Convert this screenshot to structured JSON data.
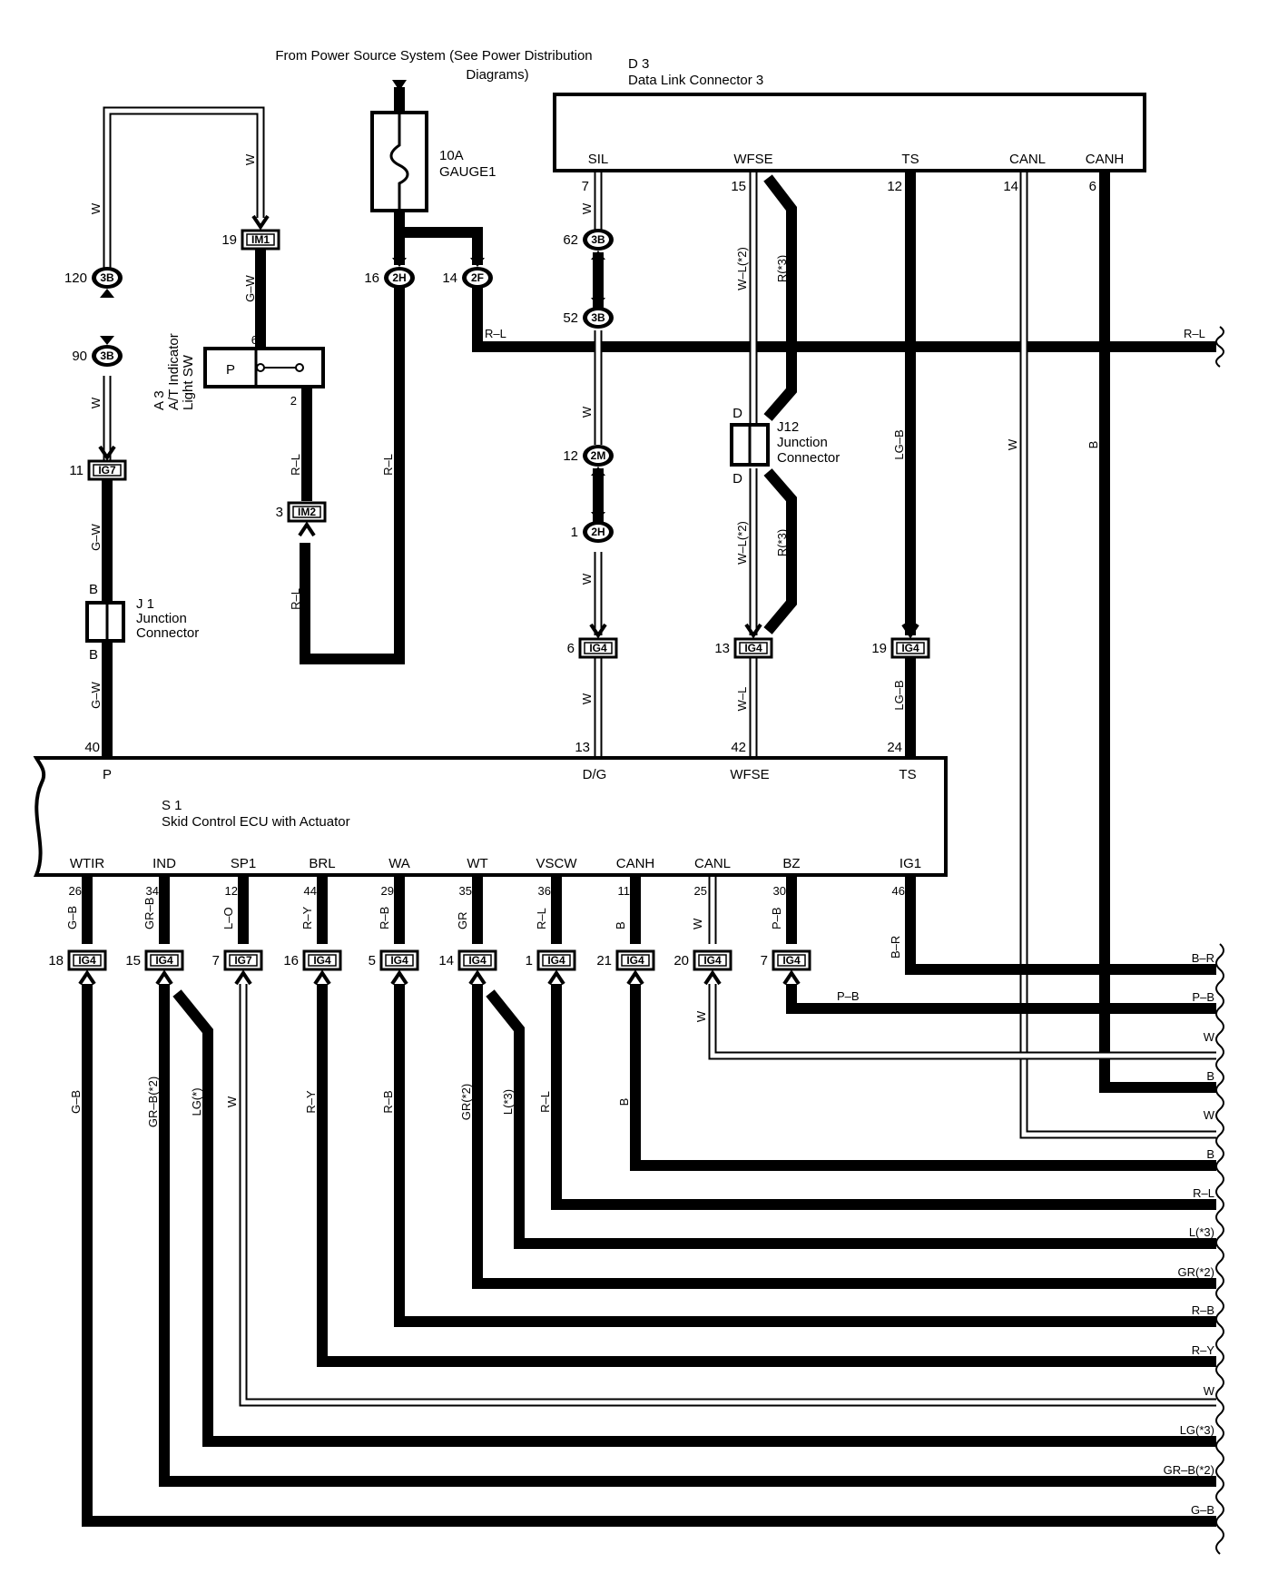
{
  "power_source": {
    "note_line1": "From Power Source System (See Power Distribution",
    "note_line2": "Diagrams)"
  },
  "fuse": {
    "rating": "10A",
    "name": "GAUGE1"
  },
  "dlc": {
    "code": "D 3",
    "name": "Data Link Connector 3",
    "pins": [
      {
        "label": "SIL",
        "number": "7"
      },
      {
        "label": "WFSE",
        "number": "15"
      },
      {
        "label": "TS",
        "number": "12"
      },
      {
        "label": "CANL",
        "number": "14"
      },
      {
        "label": "CANH",
        "number": "6"
      }
    ]
  },
  "at_switch": {
    "code": "A 3",
    "name_line1": "A/T Indicator",
    "name_line2": "Light SW",
    "position": "P",
    "pin_top": "6",
    "pin_bottom": "2"
  },
  "j1": {
    "code": "J 1",
    "name_line1": "Junction",
    "name_line2": "Connector",
    "pin_top": "B",
    "pin_bottom": "B"
  },
  "j12": {
    "code": "J12",
    "name_line1": "Junction",
    "name_line2": "Connector",
    "pin_top": "D",
    "pin_bottom": "D"
  },
  "ecu": {
    "code": "S 1",
    "name": "Skid Control ECU with Actuator",
    "top_pins": [
      {
        "label": "P",
        "number": "40"
      },
      {
        "label": "D/G",
        "number": "13"
      },
      {
        "label": "WFSE",
        "number": "42"
      },
      {
        "label": "TS",
        "number": "24"
      }
    ],
    "bottom_pins": [
      {
        "label": "WTIR",
        "number": "26",
        "wire": "G–B"
      },
      {
        "label": "IND",
        "number": "34",
        "wire": "GR–B"
      },
      {
        "label": "SP1",
        "number": "12",
        "wire": "L–O"
      },
      {
        "label": "BRL",
        "number": "44",
        "wire": "R–Y"
      },
      {
        "label": "WA",
        "number": "29",
        "wire": "R–B"
      },
      {
        "label": "WT",
        "number": "35",
        "wire": "GR"
      },
      {
        "label": "VSCW",
        "number": "36",
        "wire": "R–L"
      },
      {
        "label": "CANH",
        "number": "11",
        "wire": "B"
      },
      {
        "label": "CANL",
        "number": "25",
        "wire": "W"
      },
      {
        "label": "BZ",
        "number": "30",
        "wire": "P–B"
      },
      {
        "label": "IG1",
        "number": "46",
        "wire": "B–R"
      }
    ]
  },
  "connectors": {
    "c_3b_120": {
      "id": "3B",
      "pin": "120"
    },
    "c_3b_90": {
      "id": "3B",
      "pin": "90"
    },
    "c_ig7_11": {
      "id": "IG7",
      "pin": "11"
    },
    "c_im1_19": {
      "id": "IM1",
      "pin": "19"
    },
    "c_im2_3": {
      "id": "IM2",
      "pin": "3"
    },
    "c_2h_16": {
      "id": "2H",
      "pin": "16"
    },
    "c_2f_14": {
      "id": "2F",
      "pin": "14"
    },
    "c_3b_62": {
      "id": "3B",
      "pin": "62"
    },
    "c_3b_52": {
      "id": "3B",
      "pin": "52"
    },
    "c_2m_12": {
      "id": "2M",
      "pin": "12"
    },
    "c_2h_1": {
      "id": "2H",
      "pin": "1"
    },
    "c_ig4_6": {
      "id": "IG4",
      "pin": "6"
    },
    "c_ig4_13": {
      "id": "IG4",
      "pin": "13"
    },
    "c_ig4_19": {
      "id": "IG4",
      "pin": "19"
    },
    "bottom_row": [
      {
        "id": "IG4",
        "pin": "18"
      },
      {
        "id": "IG4",
        "pin": "15"
      },
      {
        "id": "IG7",
        "pin": "7"
      },
      {
        "id": "IG4",
        "pin": "16"
      },
      {
        "id": "IG4",
        "pin": "5"
      },
      {
        "id": "IG4",
        "pin": "14"
      },
      {
        "id": "IG4",
        "pin": "1"
      },
      {
        "id": "IG4",
        "pin": "21"
      },
      {
        "id": "IG4",
        "pin": "20"
      },
      {
        "id": "IG4",
        "pin": "7"
      }
    ]
  },
  "wire_labels": {
    "w_top_loop": "W",
    "w_left_upper": "W",
    "w_left_mid": "W",
    "gw_im1": "G–W",
    "gw_j1_upper": "G–W",
    "gw_j1_lower": "G–W",
    "rl_at": "R–L",
    "rl_2h": "R–L",
    "rl_im2": "R–L",
    "rl_2f": "R–L",
    "rl_right": "R–L",
    "sil_w1": "W",
    "sil_w2": "W",
    "sil_w3": "W",
    "sil_w4": "W",
    "wl_2": "W–L(*2)",
    "r_3": "R(*3)",
    "wl_2b": "W–L(*2)",
    "r_3b": "R(*3)",
    "wl_low": "W–L",
    "lgb_upper": "LG–B",
    "lgb_lower": "LG–B",
    "canl_w": "W",
    "canh_b": "B",
    "br_ig1": "B–R",
    "pb_bz": "P–B",
    "w_canl_low": "W",
    "lower_g_b": "G–B",
    "lower_gr_b2": "GR–B(*2)",
    "lower_lg": "LG(*)",
    "lower_w": "W",
    "lower_r_y": "R–Y",
    "lower_r_b": "R–B",
    "lower_gr2": "GR(*2)",
    "lower_l3": "L(*3)",
    "lower_r_l": "R–L",
    "lower_b": "B"
  },
  "right_edge_labels": [
    "B–R",
    "P–B",
    "W",
    "B",
    "W",
    "B",
    "R–L",
    "L(*3)",
    "GR(*2)",
    "R–B",
    "R–Y",
    "W",
    "LG(*3)",
    "GR–B(*2)",
    "G–B"
  ]
}
